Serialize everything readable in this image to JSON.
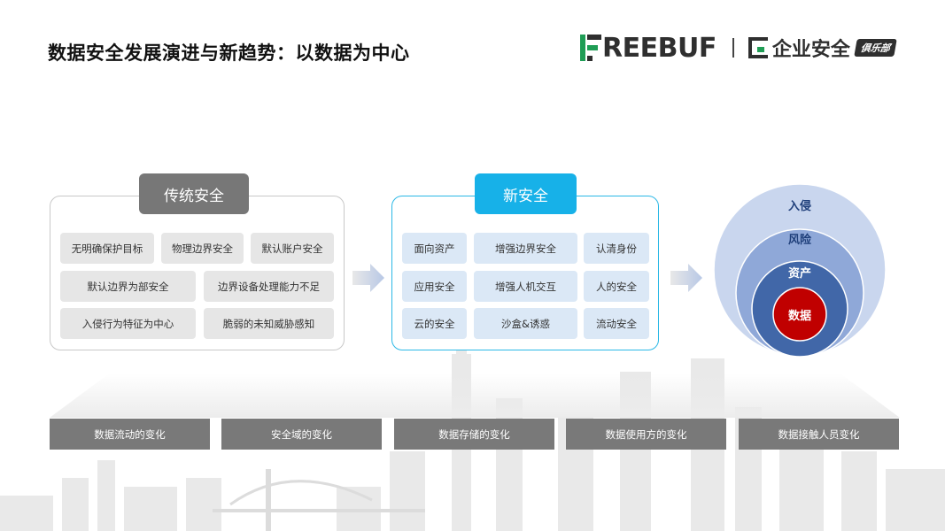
{
  "title": "数据安全发展演进与新趋势：以数据为中心",
  "logo": {
    "brand": "REEBUF",
    "sub_brand": "企业安全",
    "club": "俱乐部"
  },
  "traditional": {
    "header": "传统安全",
    "items": [
      "无明确保护目标",
      "物理边界安全",
      "默认账户安全",
      "默认边界为部安全",
      "边界设备处理能力不足",
      "入侵行为特征为中心",
      "脆弱的未知威胁感知"
    ]
  },
  "new_security": {
    "header": "新安全",
    "items": [
      "面向资产",
      "增强边界安全",
      "认清身份",
      "应用安全",
      "增强人机交互",
      "人的安全",
      "云的安全",
      "沙盒&诱惑",
      "流动安全"
    ]
  },
  "circles": {
    "layers": [
      "入侵",
      "风险",
      "资产",
      "数据"
    ],
    "colors": [
      "#c9d6ee",
      "#8fa8d8",
      "#4167a8",
      "#c00000"
    ]
  },
  "bottom_bars": [
    "数据流动的变化",
    "安全域的变化",
    "数据存储的变化",
    "数据使用方的变化",
    "数据接触人员变化"
  ]
}
